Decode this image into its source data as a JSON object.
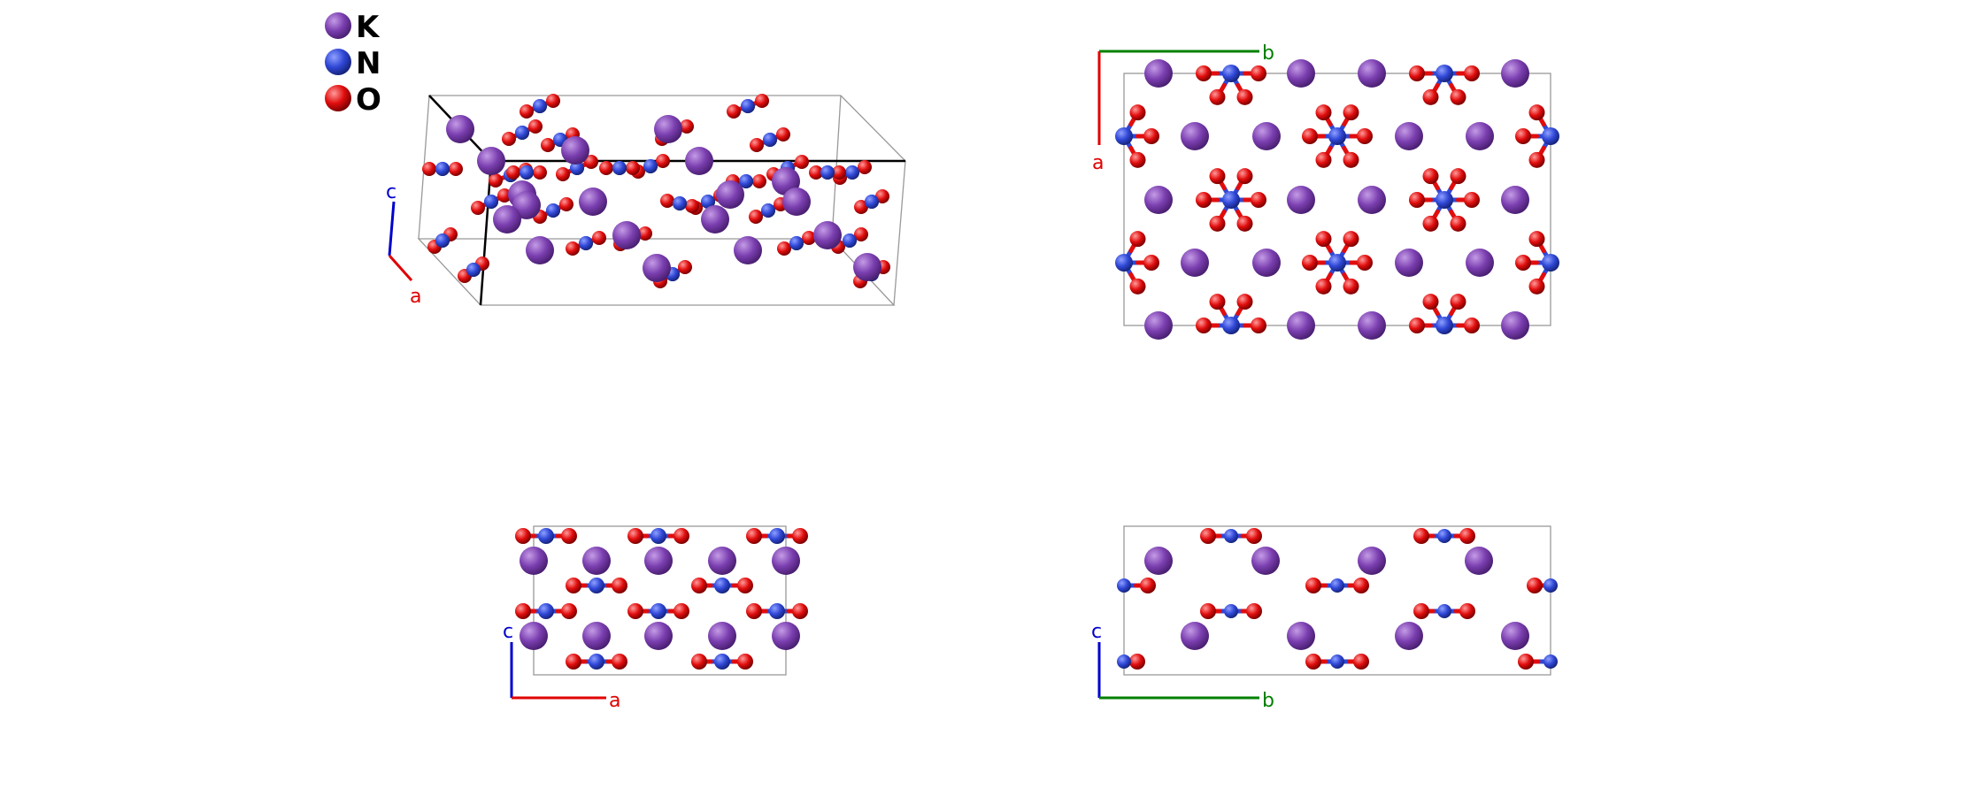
{
  "legend": [
    {
      "symbol": "K",
      "color": "#7b3fb0"
    },
    {
      "symbol": "N",
      "color": "#2f47d6"
    },
    {
      "symbol": "O",
      "color": "#e10d0d"
    }
  ],
  "panels": {
    "perspective": {
      "axes": [
        "c",
        "a"
      ]
    },
    "view_ab": {
      "axes": [
        "a",
        "b"
      ]
    },
    "view_ac": {
      "axes": [
        "c",
        "a"
      ]
    },
    "view_bc": {
      "axes": [
        "c",
        "b"
      ]
    }
  },
  "axis_colors": {
    "a": "#e00000",
    "b": "#008000",
    "c": "#0000cc"
  }
}
